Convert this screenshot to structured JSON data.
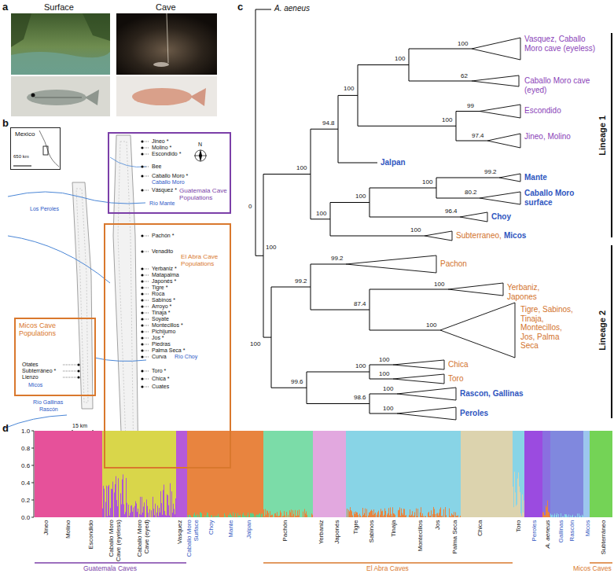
{
  "diagram": {
    "nodes": [
      {
        "text": [
          "Mexico",
          "650 km"
        ]
      },
      {
        "text": [
          "Guatemala Cave Populations"
        ]
      },
      {
        "text": [
          "El Abra Cave Populations"
        ]
      },
      {
        "text": [
          "Micos Cave Populations"
        ]
      }
    ],
    "labels": [
      "a",
      "Surface",
      "Cave",
      "b",
      "N",
      "Jineo *",
      "Molino *",
      "Escondido *",
      "Bee",
      "Caballo Moro *",
      "Caballo Moro",
      "Vásquez *",
      "Río Mante",
      "Los Peroles",
      "Pachón *",
      "Venadito",
      "Yerbaniz *",
      "Matapalma",
      "Japonés *",
      "Tigre *",
      "Roca",
      "Sabinos *",
      "Arroyo *",
      "Tinaja *",
      "Soyate",
      "Montecillos *",
      "Pichijumo",
      "Jos *",
      "Piedras",
      "Palma Seca *",
      "Curva",
      "Río Choy",
      "Toro *",
      "Chica *",
      "Cuates",
      "Otates",
      "Subterráneo *",
      "Lienzo",
      "Micos",
      "Río Gallinas",
      "Rascón",
      "15 km",
      "c",
      "A. aeneus",
      "0",
      "100",
      "100",
      "100",
      "100",
      "62",
      "99",
      "100",
      "97.4",
      "94.8",
      "100",
      "100",
      "100",
      "100",
      "99.2",
      "80.2",
      "96.4",
      "100",
      "100",
      "99.2",
      "99.2",
      "87.4",
      "100",
      "100",
      "99.6",
      "100",
      "100",
      "100",
      "98.6",
      "100",
      "100",
      "Vasquez, Caballo Moro cave (eyeless)",
      "Caballo Moro cave (eyed)",
      "Escondido",
      "Jineo, Molino",
      "Jalpan",
      "Mante",
      "Caballo Moro surface",
      "Choy",
      "Subterraneo,",
      "Micos",
      "Pachon",
      "Yerbaniz, Japones",
      "Tigre, Sabinos, Tinaja, Montecillos, Jos, Palma Seca",
      "Chica",
      "Toro",
      "Rascon, Gallinas",
      "Peroles",
      "Lineage 1",
      "Lineage 2",
      "d",
      "1.0",
      "0.8",
      "0.6",
      "0.4",
      "0.2",
      "0.0",
      "Jineo",
      "Molino",
      "Escondido",
      "Caballo Moro Cave (eyeless)",
      "Caballo Moro Cave (eyed)",
      "Vasquez",
      "Caballo Moro Surface",
      "Choy",
      "Mante",
      "Jalpan",
      "Pachón",
      "Yerbaniz",
      "Japonés",
      "Tigre",
      "Sabinos",
      "Tinaja",
      "Montecillos",
      "Jos",
      "Palma Seca",
      "Chica",
      "Toro",
      "Peroles",
      "A. aeneus",
      "Gallinas",
      "Rascón",
      "Micos",
      "Subterráneo",
      "Guatemala Caves",
      "El Abra Caves",
      "Micos Caves"
    ]
  }
}
